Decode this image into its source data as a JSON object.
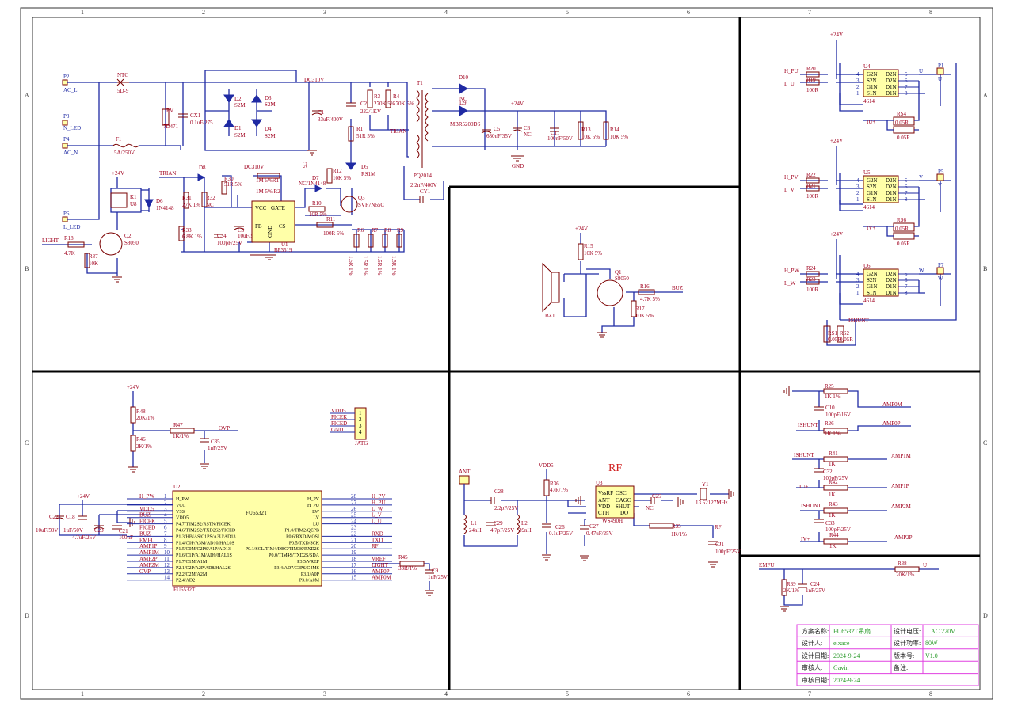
{
  "grid": {
    "columns": [
      "1",
      "2",
      "3",
      "4",
      "5",
      "6",
      "7",
      "8"
    ],
    "rows": [
      "A",
      "B",
      "C",
      "D"
    ]
  },
  "colors": {
    "wire": "#1f2aa3",
    "component": "#7a0000",
    "chip_fill": "#ffffa8",
    "net_label": "#a0001e",
    "title_border": "#e040e0"
  },
  "power": {
    "connectors": [
      {
        "ref": "P2",
        "net": "AC_L"
      },
      {
        "ref": "P3",
        "net": "N_LED"
      },
      {
        "ref": "P4",
        "net": "AC_N"
      },
      {
        "ref": "P6",
        "net": "L_LED"
      }
    ],
    "labels": {
      "ntc": "NTC",
      "ntc_val": "5D-9",
      "rv": "RV",
      "rv_val": "7D471",
      "cx1": "CX1",
      "cx1_val": "0.1uF/275",
      "d2": "D2",
      "d2_val": "S2M",
      "d1": "D1",
      "d1_val": "S2M",
      "d3": "D3",
      "d3_val": "S2M",
      "d4": "D4",
      "d4_val": "S2M",
      "f1": "F1",
      "f1_val": "5A/250V",
      "dc310": "DC310V",
      "c1": "C1",
      "c1_val": "33uF/400V",
      "c2": "C2",
      "c2_val": "222/1KV",
      "r3": "R3",
      "r3_val": "270K 5%",
      "r4": "R4",
      "r4_val": "270K 5%",
      "r1": "R1",
      "r1_val": "51R 5%",
      "d5": "D5",
      "d5_val": "RS1M",
      "t1": "T1",
      "tpn": "PQ2014",
      "d10": "D10",
      "nc": "NC",
      "d9": "D9",
      "d9_val": "MBR5200DS",
      "c5": "C5",
      "c5_val": "680uF/35V",
      "p24": "+24V",
      "c6": "C6",
      "c6_val": "NC",
      "gnd": "GND",
      "c11": "C11",
      "c11_val": "100nF/50V",
      "r13": "R13",
      "r13_val": "10K 5%",
      "r14": "R14",
      "r14_val": "10K 5%",
      "cy1": "CY1",
      "cy1_val": "2.2nF/400V",
      "trian": "TRIAN",
      "d8": "D8",
      "r30": "R30",
      "r30_val": "51R 5%",
      "dc310b": "DC310V",
      "r1b": "1M 5%R1",
      "r2b": "1M 5% R2",
      "c5b": "C5",
      "r12": "R12",
      "r12_val": "10K 5%",
      "d7": "D7",
      "d7_val": "NC/1N4148",
      "r10": "R10",
      "r10_val": "10R 5%",
      "q3": "Q3",
      "q3_val": "SVF7N65C",
      "r31": "R31",
      "r31_val": "27K 1%",
      "r32": "R32",
      "r32_val": "NC",
      "r33": "R33",
      "r33_val": "6.8K 1%",
      "c34": "C34",
      "c34_val": "100pF/25V",
      "c3": "C3",
      "c3_val": "10uF/50V",
      "u1": "U1",
      "u1_val": "BP3519",
      "vcc": "VCC",
      "gate": "GATE",
      "fb": "FB",
      "cs": "CS",
      "gndp": "GND",
      "r11": "R11",
      "r11_val": "100R 5%",
      "r6": "R6",
      "r7": "R7",
      "r8": "R8",
      "r9": "R9",
      "r6_val": "1.5R 1%",
      "r7_val": "1.5R 1%",
      "r8_val": "1.5R 1%",
      "r9_val": "1.5R 1%",
      "p24b": "+24V",
      "k1": "K1",
      "u8": "U8",
      "d6": "D6",
      "d6_val": "1N4148",
      "light": "LIGHT",
      "r18": "R18",
      "r18_val": "4.7K",
      "q2": "Q2",
      "q2_val": "S8050",
      "r37": "R37",
      "r37_val": "10K"
    }
  },
  "buzzer": {
    "p24": "+24V",
    "r15": "R15",
    "r15_val": "10K 5%",
    "q1": "Q1",
    "q1_val": "S8050",
    "r16": "R16",
    "r16_val": "4.7K 5%",
    "buz": "BUZ",
    "r17": "R17",
    "r17_val": "10K 5%",
    "bz1": "BZ1"
  },
  "mosfets": [
    {
      "p24": "+24V",
      "gate_h": "H_PU",
      "gate_l": "L_U",
      "rh": "R20",
      "rl": "R19",
      "rval": "100R",
      "ref": "U4",
      "part": "4614",
      "pins_l": [
        "G2N",
        "S2N",
        "G1N",
        "S1N"
      ],
      "pins_r": [
        "D2N",
        "D2N",
        "D1N",
        "D1N"
      ],
      "nums_l": [
        "4",
        "3",
        "2",
        "1"
      ],
      "nums_r": [
        "5",
        "6",
        "7",
        "8"
      ],
      "out_net": "U",
      "conn": "P1",
      "rs": "RS4",
      "rs_val": "0.05R",
      "rs2_val": "0.05R",
      "iu": "IU+"
    },
    {
      "p24": "+24V",
      "gate_h": "H_PV",
      "gate_l": "L_V",
      "rh": "R22",
      "rl": "R21",
      "rval": "100R",
      "ref": "U5",
      "part": "4614",
      "pins_l": [
        "G2N",
        "S2N",
        "G1N",
        "S1N"
      ],
      "pins_r": [
        "D2N",
        "D2N",
        "D1N",
        "D1N"
      ],
      "nums_l": [
        "4",
        "3",
        "2",
        "1"
      ],
      "nums_r": [
        "5",
        "6",
        "7",
        "8"
      ],
      "out_net": "V",
      "conn": "P5",
      "rs": "RS6",
      "rs_val": "0.05R",
      "rs2_val": "0.05R",
      "iu": "IV+"
    },
    {
      "p24": "+24V",
      "gate_h": "H_PW",
      "gate_l": "L_W",
      "rh": "R24",
      "rl": "R23",
      "rval": "100R",
      "ref": "U6",
      "part": "4614",
      "pins_l": [
        "G2N",
        "S2N",
        "G1N",
        "S1N"
      ],
      "pins_r": [
        "D2N",
        "D2N",
        "D1N",
        "D1N"
      ],
      "nums_l": [
        "4",
        "3",
        "2",
        "1"
      ],
      "nums_r": [
        "5",
        "6",
        "7",
        "8"
      ],
      "out_net": "W",
      "conn": "P7",
      "rs": "",
      "rs_val": "",
      "rs2_val": "",
      "iu": ""
    }
  ],
  "shunt": {
    "ishunt": "ISHUNT",
    "rs1": "RS1",
    "rs1_val": "0.05R",
    "rs2": "RS2",
    "rs2_val": "0.05R"
  },
  "ovp": {
    "p24": "+24V",
    "r48": "R48",
    "r48_val": "20K/1%",
    "r46": "R46",
    "r46_val": "2K/1%",
    "r47": "R47",
    "r47_val": "1K/1%",
    "net": "OVP",
    "c35": "C35",
    "c35_val": "1nF/25V"
  },
  "jtag": {
    "nets": [
      "VDD5",
      "FICEK",
      "FICED",
      "GND"
    ],
    "pins": [
      "1",
      "2",
      "3",
      "4"
    ],
    "ref": "JATG"
  },
  "mcu": {
    "ref": "U2",
    "part": "FU6532T",
    "center": "FU6532T",
    "left_nets": [
      "H_PW",
      "",
      "VDD5",
      "BUZ",
      "FICEK",
      "FICED",
      "BUZ",
      "EMFU",
      "AMP1P",
      "AMP1M",
      "AMP2P",
      "AMP2M",
      "OVP",
      ""
    ],
    "left_pins": [
      "H_PW",
      "VCC",
      "VSS",
      "VDD5",
      "P4.7/TIM2S2/RSTN/FICEK",
      "P4.6/TIM2S2/TXD2S2/FICED",
      "P1.3/HBIAS/C1PS/A3U/AD13",
      "P1.4/C0P/A3M/AD10/HAL0S",
      "P1.5/C0M/C2PS/A1P/AD13",
      "P1.6/C1P/A1M/AD9/HAL1S",
      "P1.7/C1M/A1M",
      "P2.1/C2P/A2P/AD8/HAL2S",
      "P2.2/C2M/A2M",
      "P2.4/AD2"
    ],
    "left_nums": [
      "1",
      "2",
      "3",
      "4",
      "5",
      "6",
      "7",
      "8",
      "9",
      "10",
      "11",
      "12",
      "13",
      "14"
    ],
    "right_pins": [
      "H_PV",
      "H_PU",
      "LW",
      "LV",
      "LU",
      "P1.0/TIM2/QEPB",
      "P0.6/RXD/MOSI",
      "P0.5/TXD/SCK",
      "P0.1/SCL/TIM4/DBG/TIM3S/RXD2S",
      "P0.0/TIM4S/TXD2S/SDA",
      "P3.5/VREF",
      "P3.4/AD7/C3PS/C4MS",
      "P3.1/A0P",
      "P3.0/A0M"
    ],
    "right_nums": [
      "28",
      "27",
      "26",
      "25",
      "24",
      "23",
      "22",
      "21",
      "20",
      "19",
      "18",
      "17",
      "16",
      "15"
    ],
    "right_nets": [
      "H_PV",
      "H_PU",
      "L_W",
      "L_V",
      "L_U",
      "",
      "RXD",
      "TXD",
      "RF",
      "",
      "VREF",
      "LIGHT",
      "AMP0P",
      "AMP0M"
    ],
    "p24": "+24V",
    "c22": "C22",
    "c22_val": "10uF/50V",
    "c18": "C18",
    "c18_val": "1uF/50V",
    "c23": "C23",
    "c23_val": "4.7uF/25V",
    "c21": "C21",
    "c21_val": "100nF",
    "r45": "R45",
    "r45_val": "33R/1%",
    "c9": "C9",
    "c9_val": "1uF/25V"
  },
  "rf": {
    "title": "RF",
    "ant": "ANT",
    "vdd5": "VDD5",
    "r36": "R36",
    "r36_val": "47R/1%",
    "c28": "C28",
    "c28_val": "2.2pF/25V",
    "l1": "L1",
    "l1_val": "24nH",
    "c29": "C29",
    "c29_val": "4.7pF/25V",
    "l2": "L2",
    "l2_val": "39nH",
    "c26": "C26",
    "c26_val": "0.1uF/25V",
    "u3": "U3",
    "u3_part": "WS490H",
    "pins": [
      "VssRF",
      "ANT",
      "VDD",
      "CTH"
    ],
    "pins_r": [
      "OSC",
      "CAGC",
      "SHUT",
      "DO"
    ],
    "c25": "C25",
    "c27": "C27",
    "c27_val": "0.47uF/25V",
    "y1": "Y1",
    "y1_val": "13.52127MHz",
    "nc": "NC",
    "r35": "R35",
    "r35_val": "1K/1%",
    "rfnet": "RF",
    "cj1": "CJ1",
    "cj1_val": "100pF/25V"
  },
  "amps": {
    "r25": "R25",
    "r25_val": "1K 1%",
    "c10": "C10",
    "c10_val": "100pF/16V",
    "amp0m": "AMP0M",
    "ishunt": "ISHUNT",
    "r26": "R26",
    "r26_val": "1K 1%",
    "amp0p": "AMP0P",
    "ishunt2": "ISHUNT",
    "r41": "R41",
    "r41_val": "1K",
    "amp1m": "AMP1M",
    "c32": "C32",
    "c32_val": "100pF/25V",
    "iu": "IU+",
    "r42": "R42",
    "r42_val": "1K",
    "amp1p": "AMP1P",
    "ishunt3": "ISHUNT",
    "r43": "R43",
    "r43_val": "1K",
    "amp2m": "AMP2M",
    "c33": "C33",
    "c33_val": "100pF/25V",
    "iv": "IV+",
    "r44": "R44",
    "r44_val": "1K",
    "amp2p": "AMP2P"
  },
  "emfu": {
    "net": "EMFU",
    "r38": "R38",
    "r38_val": "20K/1%",
    "u": "U",
    "r39": "R39",
    "r39_val": "2K/1%",
    "c24": "C24",
    "c24_val": "1nF/25V"
  },
  "title_block": {
    "scheme_label": "方案名称:",
    "scheme_value": "FU6532T吊扇",
    "voltage_label": "设计电压:",
    "voltage_value": "AC 220V",
    "designer_label": "设计人:",
    "designer_value": "eixace",
    "power_label": "设计功率:",
    "power_value": "80W",
    "date_label": "设计日期:",
    "date_value": "2024-9-24",
    "version_label": "版本号:",
    "version_value": "V1.0",
    "reviewer_label": "审核人:",
    "reviewer_value": "Gavin",
    "note_label": "备注:",
    "note_value": "",
    "review_date_label": "审核日期:",
    "review_date_value": "2024-9-24"
  }
}
